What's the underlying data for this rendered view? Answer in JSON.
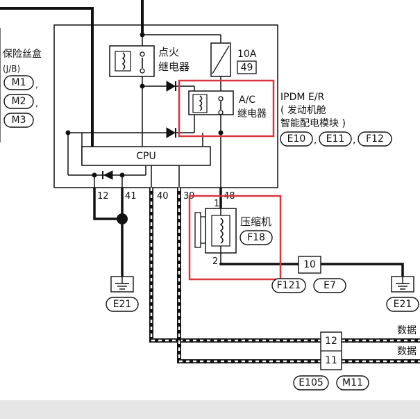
{
  "fuse_box": {
    "title": "保险丝盒",
    "subtitle": "(J/B)",
    "connectors": [
      "M1",
      "M2",
      "M3"
    ],
    "separators": [
      ",",
      ","
    ]
  },
  "ipdm": {
    "name": "IPDM E/R",
    "desc": "( 发动机舱",
    "desc2": "智能配电模块 )",
    "connectors": [
      "E10",
      "E11",
      "F12"
    ],
    "separators": [
      ",",
      ","
    ]
  },
  "ignition_relay": {
    "line1": "点火",
    "line2": "继电器"
  },
  "fuse": {
    "rating": "10A",
    "number": "49"
  },
  "ac_relay": {
    "line1": "A/C",
    "line2": "继电器"
  },
  "cpu": {
    "label": "CPU"
  },
  "pins": {
    "p12": "12",
    "p41": "41",
    "p40": "40",
    "p39": "39",
    "p48": "48"
  },
  "compressor": {
    "label": "压缩机",
    "connector": "F18",
    "pin1": "1",
    "pin2": "2"
  },
  "junction": {
    "pin": "10",
    "connectors": [
      "F121",
      "E7"
    ]
  },
  "grounds": {
    "left": "E21",
    "right": "E21"
  },
  "data_lines": {
    "line1_label": "数据",
    "line2_label": "数据",
    "pin_a": "12",
    "pin_b": "11",
    "connectors": [
      "E105",
      "M11"
    ]
  },
  "colors": {
    "line": "#111111",
    "highlight": "#d9363e",
    "bar": "#e6e6e6"
  }
}
